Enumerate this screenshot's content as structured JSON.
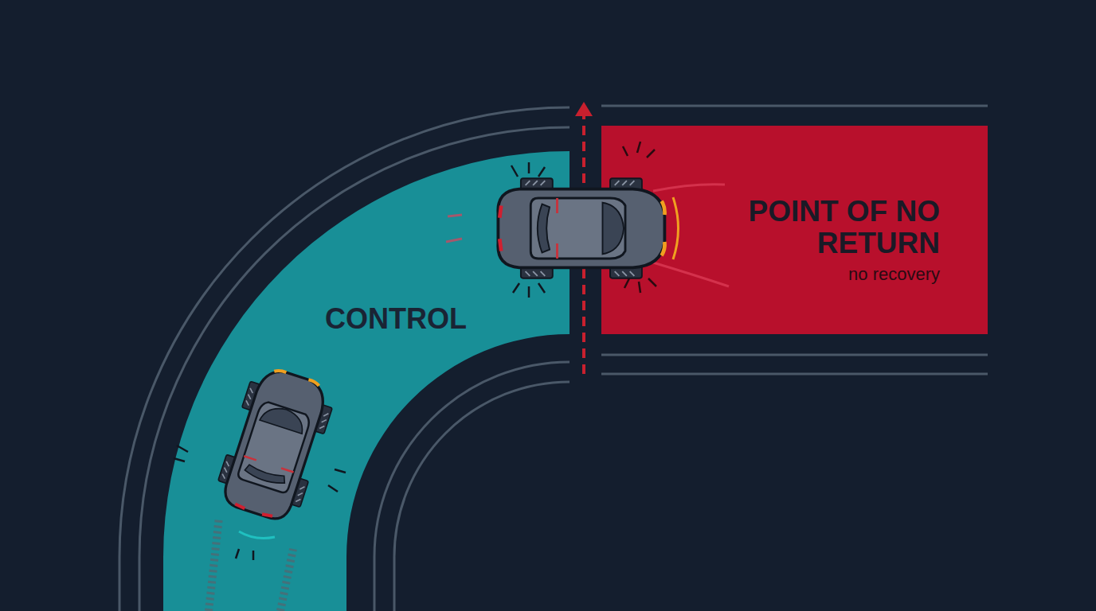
{
  "diagram": {
    "nodes": [
      {
        "text": [
          "CONTROL"
        ]
      },
      {
        "text": [
          "POINT OF NO RETURN",
          "no recovery"
        ]
      }
    ]
  }
}
